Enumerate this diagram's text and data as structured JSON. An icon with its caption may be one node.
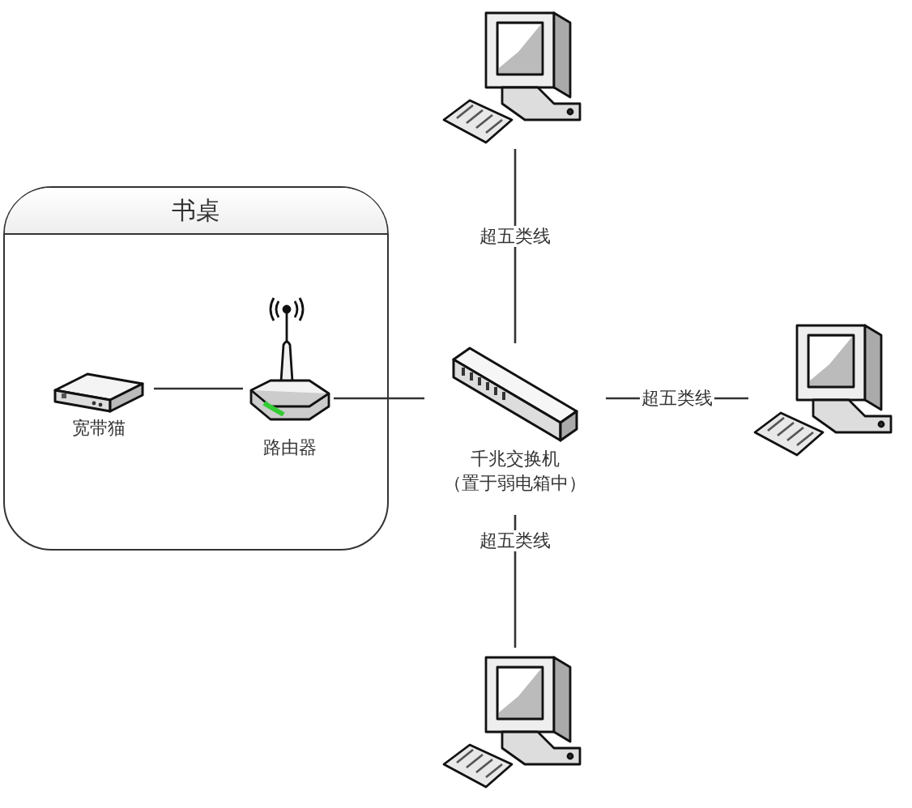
{
  "diagram": {
    "nodes": [
      {
        "text": [
          "书桌"
        ]
      },
      {
        "text": [
          "宽带猫"
        ],
        "in": 0
      },
      {
        "text": [
          "路由器"
        ],
        "in": 0
      },
      {
        "text": [
          "千兆交换机",
          "（置于弱电箱中）"
        ]
      },
      {
        "text": [],
        "shape": "computer"
      },
      {
        "text": [],
        "shape": "computer"
      },
      {
        "text": [],
        "shape": "computer"
      }
    ],
    "edges": [
      {
        "from": 1,
        "to": 2,
        "arrow": "none"
      },
      {
        "from": 2,
        "to": 3,
        "arrow": "none"
      },
      {
        "from": 3,
        "to": 4,
        "arrow": "none",
        "label": "超五类线"
      },
      {
        "from": 3,
        "to": 5,
        "arrow": "none",
        "label": "超五类线"
      },
      {
        "from": 3,
        "to": 6,
        "arrow": "none",
        "label": "超五类线"
      }
    ]
  }
}
